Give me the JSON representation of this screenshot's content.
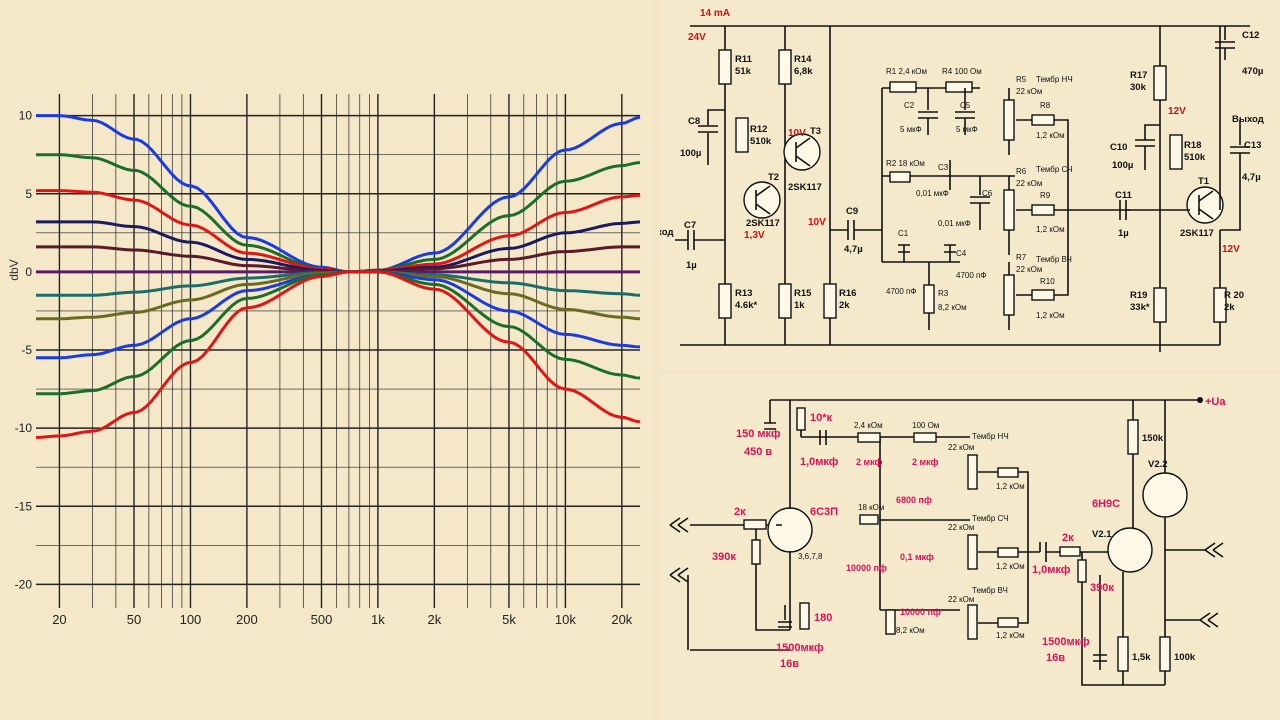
{
  "chart": {
    "ylabel": "dbV",
    "y_ticks": [
      "10",
      "5",
      "0",
      "-5",
      "-10",
      "-15",
      "-20"
    ],
    "x_ticks": [
      "20",
      "50",
      "100",
      "200",
      "500",
      "1k",
      "2k",
      "5k",
      "10k",
      "20k"
    ]
  },
  "chart_data": {
    "type": "line",
    "title": "",
    "xlabel": "",
    "ylabel": "dbV",
    "xscale": "log",
    "xlim": [
      15,
      25000
    ],
    "ylim": [
      -21,
      11
    ],
    "grid": true,
    "x": [
      15,
      20,
      30,
      50,
      100,
      200,
      500,
      700,
      1000,
      2000,
      5000,
      10000,
      20000,
      25000
    ],
    "series": [
      {
        "color": "#1a3be0",
        "values": [
          10.0,
          10.0,
          9.7,
          8.5,
          5.5,
          2.2,
          0.3,
          0.0,
          0.1,
          1.2,
          4.8,
          7.8,
          9.5,
          9.9
        ]
      },
      {
        "color": "#1b6e2a",
        "values": [
          7.5,
          7.5,
          7.3,
          6.5,
          4.2,
          1.7,
          0.2,
          0.0,
          0.1,
          0.8,
          3.6,
          5.8,
          6.8,
          7.0
        ]
      },
      {
        "color": "#e01616",
        "values": [
          5.2,
          5.2,
          5.1,
          4.6,
          3.0,
          1.2,
          0.2,
          0.0,
          0.1,
          0.5,
          2.3,
          3.8,
          4.8,
          4.9
        ]
      },
      {
        "color": "#1a1a60",
        "values": [
          3.2,
          3.2,
          3.2,
          2.9,
          1.9,
          0.8,
          0.1,
          0.0,
          0.05,
          0.3,
          1.5,
          2.5,
          3.1,
          3.2
        ]
      },
      {
        "color": "#5a1a2a",
        "values": [
          1.6,
          1.6,
          1.6,
          1.4,
          1.0,
          0.4,
          0.05,
          0.0,
          0.0,
          0.2,
          0.8,
          1.3,
          1.6,
          1.6
        ]
      },
      {
        "color": "#5a1a6a",
        "values": [
          0,
          0,
          0,
          0,
          0,
          0,
          0,
          0,
          0,
          0,
          0,
          0,
          0,
          0
        ]
      },
      {
        "color": "#1a6e6a",
        "values": [
          -1.5,
          -1.5,
          -1.5,
          -1.3,
          -0.9,
          -0.4,
          -0.05,
          0.0,
          0.0,
          -0.2,
          -0.7,
          -1.2,
          -1.4,
          -1.5
        ]
      },
      {
        "color": "#6a6a20",
        "values": [
          -3.0,
          -3.0,
          -2.9,
          -2.6,
          -1.8,
          -0.8,
          -0.1,
          0.0,
          0.0,
          -0.3,
          -1.4,
          -2.4,
          -2.9,
          -3.0
        ]
      },
      {
        "color": "#1a3be0",
        "values": [
          -5.5,
          -5.5,
          -5.3,
          -4.7,
          -3.0,
          -1.2,
          -0.2,
          0.0,
          0.0,
          -0.5,
          -2.5,
          -4.0,
          -4.7,
          -4.8
        ]
      },
      {
        "color": "#1b6e2a",
        "values": [
          -7.8,
          -7.8,
          -7.6,
          -6.7,
          -4.4,
          -1.7,
          -0.2,
          0.0,
          0.0,
          -0.8,
          -3.5,
          -5.6,
          -6.6,
          -6.8
        ]
      },
      {
        "color": "#e01616",
        "values": [
          -10.6,
          -10.5,
          -10.2,
          -9.0,
          -5.8,
          -2.3,
          -0.3,
          0.0,
          0.0,
          -1.1,
          -4.5,
          -7.5,
          -9.3,
          -9.6
        ]
      }
    ]
  },
  "top": {
    "current": "14 mA",
    "v24": "24V",
    "v13": "1,3V",
    "v10a": "10V",
    "v10b": "10V",
    "v12a": "12V",
    "v12b": "12V",
    "in_label": "Вход",
    "out_label": "Выход",
    "R11": "R11",
    "R11v": "51k",
    "R12": "R12",
    "R12v": "510k",
    "R13": "R13",
    "R13v": "4.6k*",
    "R14": "R14",
    "R14v": "6,8k",
    "R15": "R15",
    "R15v": "1k",
    "R16": "R16",
    "R16v": "2k",
    "R17": "R17",
    "R17v": "30k",
    "R18": "R18",
    "R18v": "510k",
    "R19": "R19",
    "R19v": "33k*",
    "R20": "R 20",
    "R20v": "2k",
    "C7": "C7",
    "C7v": "1µ",
    "C8": "C8",
    "C8v": "100µ",
    "C9": "C9",
    "C9v": "4,7µ",
    "C10": "C10",
    "C10v": "100µ",
    "C11": "C11",
    "C11v": "1µ",
    "C12": "C12",
    "C12v": "470µ",
    "C13": "C13",
    "C13v": "4,7µ",
    "T1": "T1",
    "T2": "T2",
    "T3": "T3",
    "tr": "2SK117",
    "R1": "R1 2,4 кОм",
    "R4": "R4 100 Ом",
    "R2": "R2 18 кОм",
    "C2": "C2",
    "C2v": "5 мкФ",
    "C5": "C5",
    "C5v": "5 мкФ",
    "C3": "C3",
    "C3v": "0,01 мкФ",
    "C6": "C6",
    "C6v": "0,01 мкФ",
    "C1": "C1",
    "C1v": "4700 пФ",
    "C4": "C4",
    "C4v": "4700 пФ",
    "R3": "R3",
    "R3v": "8,2 кОм",
    "R5": "R5",
    "R5v": "22 кОм",
    "R6": "R6",
    "R6v": "22 кОм",
    "R7": "R7",
    "R7v": "22 кОм",
    "R8": "R8",
    "R8v": "1,2 кОм",
    "R9": "R9",
    "R9v": "1,2 кОм",
    "R10": "R10",
    "R10v": "1,2 кОм",
    "bass": "Тембр НЧ",
    "mid": "Тембр СЧ",
    "treble": "Тембр ВЧ"
  },
  "bottom": {
    "ua": "+Ua",
    "c_in": "150 мкф",
    "c_in2": "450 в",
    "r10": "10*к",
    "c1u": "1,0мкф",
    "r2k": "2к",
    "r390": "390к",
    "tube1": "6С3П",
    "pins1": "3,6,7,8",
    "r180": "180",
    "c1500": "1500мкф",
    "c16v": "16в",
    "r24": "2,4 кОм",
    "r100": "100 Ом",
    "c2mkf_a": "2 мкф",
    "c2mkf_b": "2 мкф",
    "r18": "18 кОм",
    "c6800": "6800 пф",
    "c01": "0,1 мкф",
    "c10000a": "10000 пф",
    "c10000b": "10000 пф",
    "r82": "8,2 кОм",
    "r22a": "22 кОм",
    "r22b": "22 кОм",
    "r22c": "22 кОм",
    "r12a": "1,2 кОм",
    "r12b": "1,2 кОм",
    "r12c": "1,2 кОм",
    "bass": "Тембр НЧ",
    "mid": "Тембр СЧ",
    "treble": "Тембр ВЧ",
    "c1u_b": "1,0мкф",
    "r2k_b": "2к",
    "r390_b": "390к",
    "c1500_b": "1500мкф",
    "c16v_b": "16в",
    "tube2": "6Н9С",
    "v21": "V2.1",
    "v22": "V2.2",
    "r150": "150k",
    "r15": "1,5k",
    "r100k": "100k"
  }
}
